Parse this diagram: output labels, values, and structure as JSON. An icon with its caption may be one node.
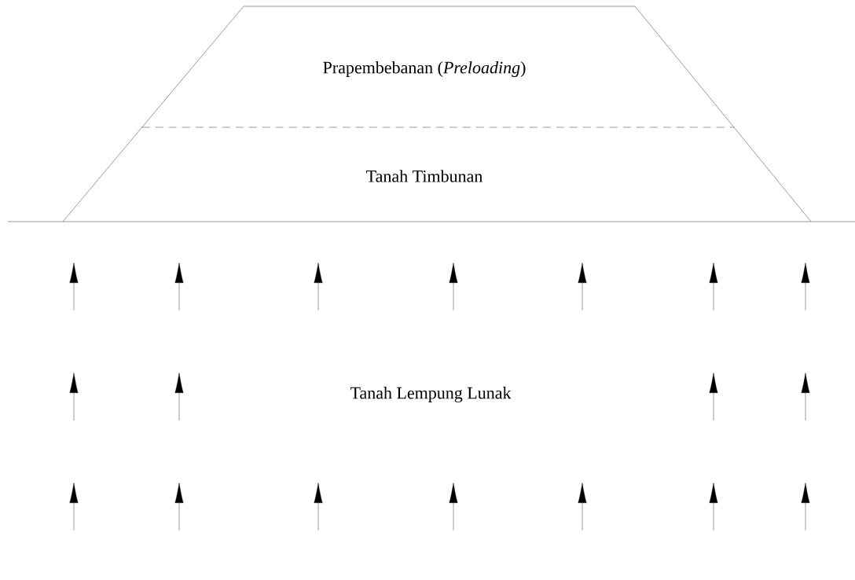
{
  "diagram": {
    "nodes": [
      {
        "text": [
          "Prapembebanan (*Preloading*)"
        ]
      },
      {
        "text": [
          "Tanah Timbunan"
        ]
      }
    ],
    "labels": [
      "Tanah Lempung Lunak"
    ]
  }
}
